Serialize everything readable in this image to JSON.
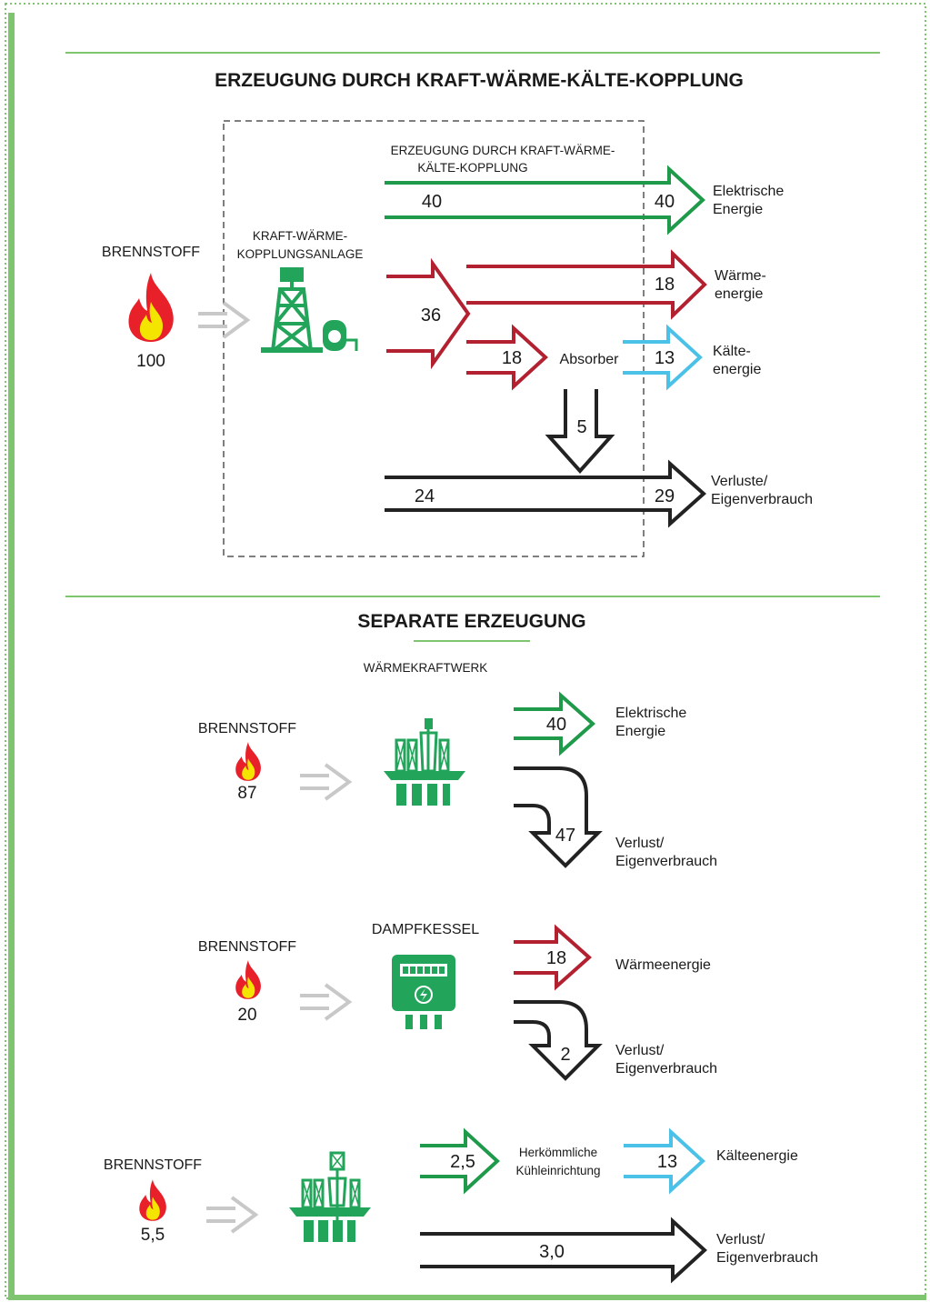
{
  "colors": {
    "green": "#1f9a4b",
    "red": "#b3202f",
    "blue": "#4cc1e8",
    "black": "#222222",
    "grey": "#c8c8c8",
    "icon_green": "#22a45a",
    "flame_red": "#e8202a",
    "flame_yellow": "#f4e500",
    "border_green": "#7fc56f"
  },
  "chp": {
    "title": "ERZEUGUNG DURCH KRAFT-WÄRME-KÄLTE-KOPPLUNG",
    "box_title_1": "ERZEUGUNG DURCH KRAFT-WÄRME-",
    "box_title_2": "KÄLTE-KOPPLUNG",
    "fuel_label": "BRENNSTOFF",
    "fuel_value": "100",
    "plant_label_1": "KRAFT-WÄRME-",
    "plant_label_2": "KOPPLUNGSANLAGE",
    "heat_input": "36",
    "elec_in": "40",
    "elec_out": "40",
    "elec_label_1": "Elektrische",
    "elec_label_2": "Energie",
    "heat_out": "18",
    "heat_label_1": "Wärme-",
    "heat_label_2": "energie",
    "absorber_in": "18",
    "absorber_label": "Absorber",
    "cold_out": "13",
    "cold_label_1": "Kälte-",
    "cold_label_2": "energie",
    "absorber_loss": "5",
    "loss_in": "24",
    "loss_out": "29",
    "loss_label_1": "Verluste/",
    "loss_label_2": "Eigenverbrauch"
  },
  "separate": {
    "title": "SEPARATE ERZEUGUNG",
    "thermal": {
      "plant_label": "WÄRMEKRAFTWERK",
      "fuel_label": "BRENNSTOFF",
      "fuel_value": "87",
      "elec_out": "40",
      "elec_label_1": "Elektrische",
      "elec_label_2": "Energie",
      "loss": "47",
      "loss_label_1": "Verlust/",
      "loss_label_2": "Eigenverbrauch"
    },
    "boiler": {
      "plant_label": "DAMPFKESSEL",
      "fuel_label": "BRENNSTOFF",
      "fuel_value": "20",
      "heat_out": "18",
      "heat_label": "Wärmeenergie",
      "loss": "2",
      "loss_label_1": "Verlust/",
      "loss_label_2": "Eigenverbrauch"
    },
    "cooling": {
      "fuel_label": "BRENNSTOFF",
      "fuel_value": "5,5",
      "elec_out": "2,5",
      "device_label_1": "Herkömmliche",
      "device_label_2": "Kühleinrichtung",
      "cold_out": "13",
      "cold_label": "Kälteenergie",
      "loss": "3,0",
      "loss_label_1": "Verlust/",
      "loss_label_2": "Eigenverbrauch"
    }
  }
}
